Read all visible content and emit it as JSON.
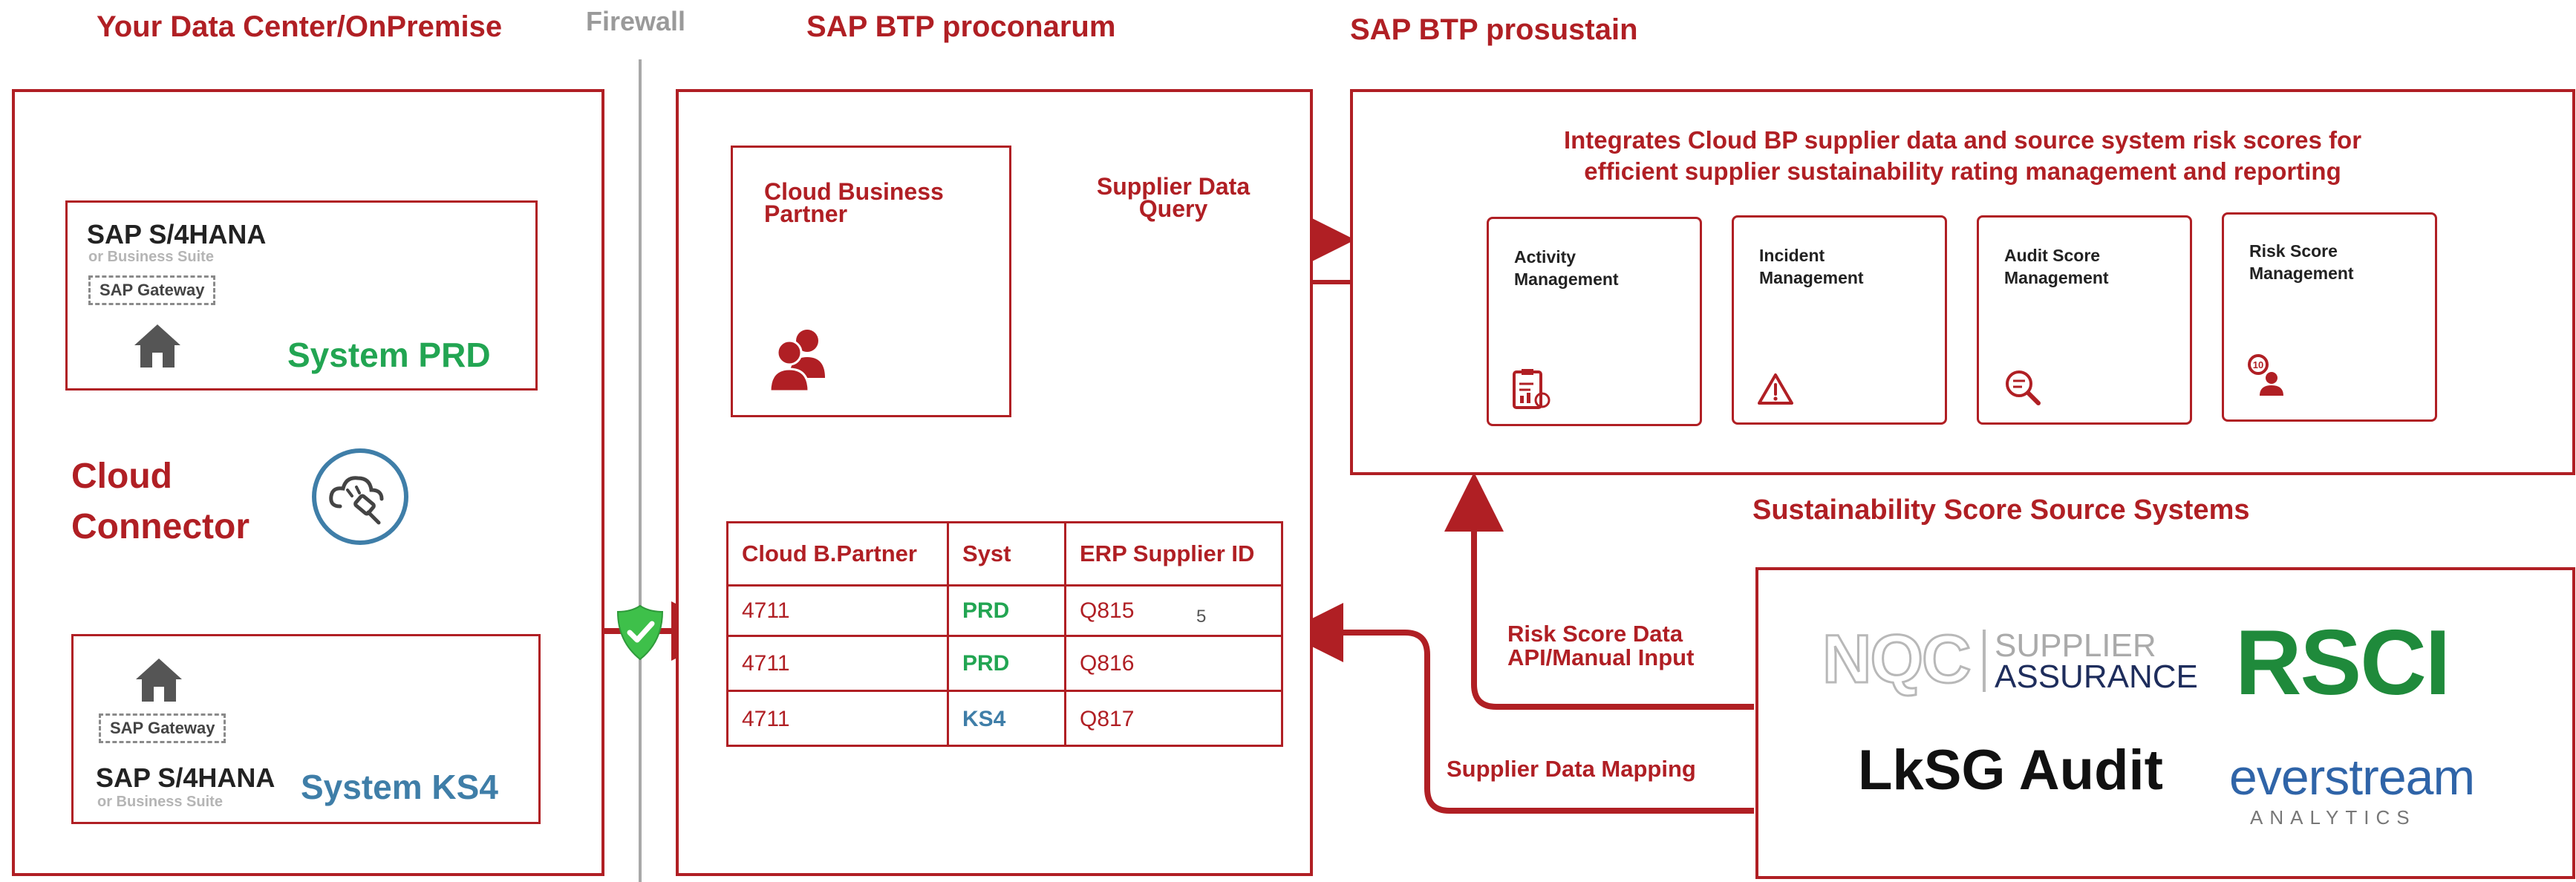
{
  "headers": {
    "onprem": "Your Data Center/OnPremise",
    "firewall": "Firewall",
    "proconarum": "SAP BTP proconarum",
    "prosustain": "SAP BTP prosustain"
  },
  "onprem": {
    "prd_system": {
      "title": "SAP S/4HANA",
      "subtitle": "or Business Suite",
      "gateway": "SAP Gateway",
      "label": "System PRD"
    },
    "cloud_connector": "Cloud\nConnector",
    "ks4_system": {
      "title": "SAP S/4HANA",
      "subtitle": "or Business Suite",
      "gateway": "SAP Gateway",
      "label": "System KS4"
    }
  },
  "proconarum": {
    "cbp_box": "Cloud Business\nPartner",
    "query_label": "Supplier Data\nQuery",
    "table": {
      "headers": [
        "Cloud B.Partner",
        "Syst",
        "ERP Supplier ID"
      ],
      "rows": [
        [
          "4711",
          "PRD",
          "Q815"
        ],
        [
          "4711",
          "PRD",
          "Q816"
        ],
        [
          "4711",
          "KS4",
          "Q817"
        ]
      ],
      "stray_mark": "5"
    }
  },
  "prosustain": {
    "description": "Integrates Cloud BP supplier data and source system risk scores for\nefficient supplier sustainability rating management and reporting",
    "cards": [
      {
        "label": "Activity\nManagement",
        "icon": "clipboard-chart-icon"
      },
      {
        "label": "Incident\nManagement",
        "icon": "warning-triangle-icon"
      },
      {
        "label": "Audit Score\nManagement",
        "icon": "magnifier-icon"
      },
      {
        "label": "Risk Score\nManagement",
        "icon": "risk-person-icon"
      }
    ]
  },
  "source_systems": {
    "title": "Sustainability Score Source Systems",
    "risk_label": "Risk Score Data\nAPI/Manual Input",
    "mapping_label": "Supplier Data Mapping",
    "nqc_letters": "NQC",
    "nqc_text1": "SUPPLIER",
    "nqc_text2": "ASSURANCE",
    "rsci": "RSCI",
    "lksg": "LkSG Audit",
    "everstream": "everstream",
    "everstream_sub": "ANALYTICS"
  },
  "colors": {
    "brand_red": "#b01f24",
    "prd_green": "#22a552",
    "ks4_blue": "#3f7ea8",
    "firewall_grey": "#9a9a9a",
    "shield_green": "#3ec04a",
    "nqc_navy": "#1e2d5c",
    "rsci_green": "#1f8a3b",
    "everstream_blue": "#2f64a8",
    "everstream_orange": "#f0a030"
  }
}
